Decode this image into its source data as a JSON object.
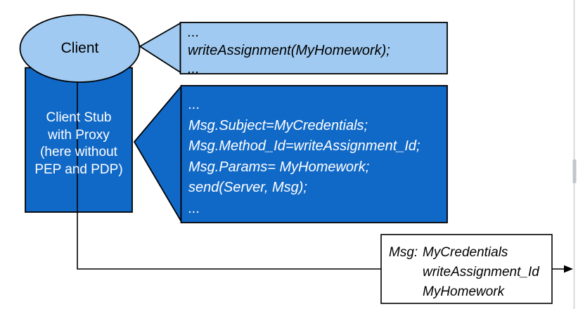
{
  "colors": {
    "light_blue": "#A0CAF1",
    "dark_blue": "#1169C7",
    "outline": "#000000",
    "stub_text": "#ffffff",
    "callout_dark_text": "#ffffff"
  },
  "client": {
    "label": "Client"
  },
  "client_stub": {
    "lines": [
      "Client Stub",
      "with Proxy",
      "(here without",
      "PEP and PDP)"
    ]
  },
  "client_code_callout": {
    "lines": [
      "...",
      "writeAssignment(MyHomework);",
      "..."
    ]
  },
  "stub_code_callout": {
    "lines": [
      "...",
      "Msg.Subject=MyCredentials;",
      "Msg.Method_Id=writeAssignment_Id;",
      "Msg.Params= MyHomework;",
      "send(Server, Msg);",
      "..."
    ]
  },
  "message_box": {
    "label": "Msg:",
    "items": [
      "MyCredentials",
      "writeAssignment_Id",
      "MyHomework"
    ]
  }
}
